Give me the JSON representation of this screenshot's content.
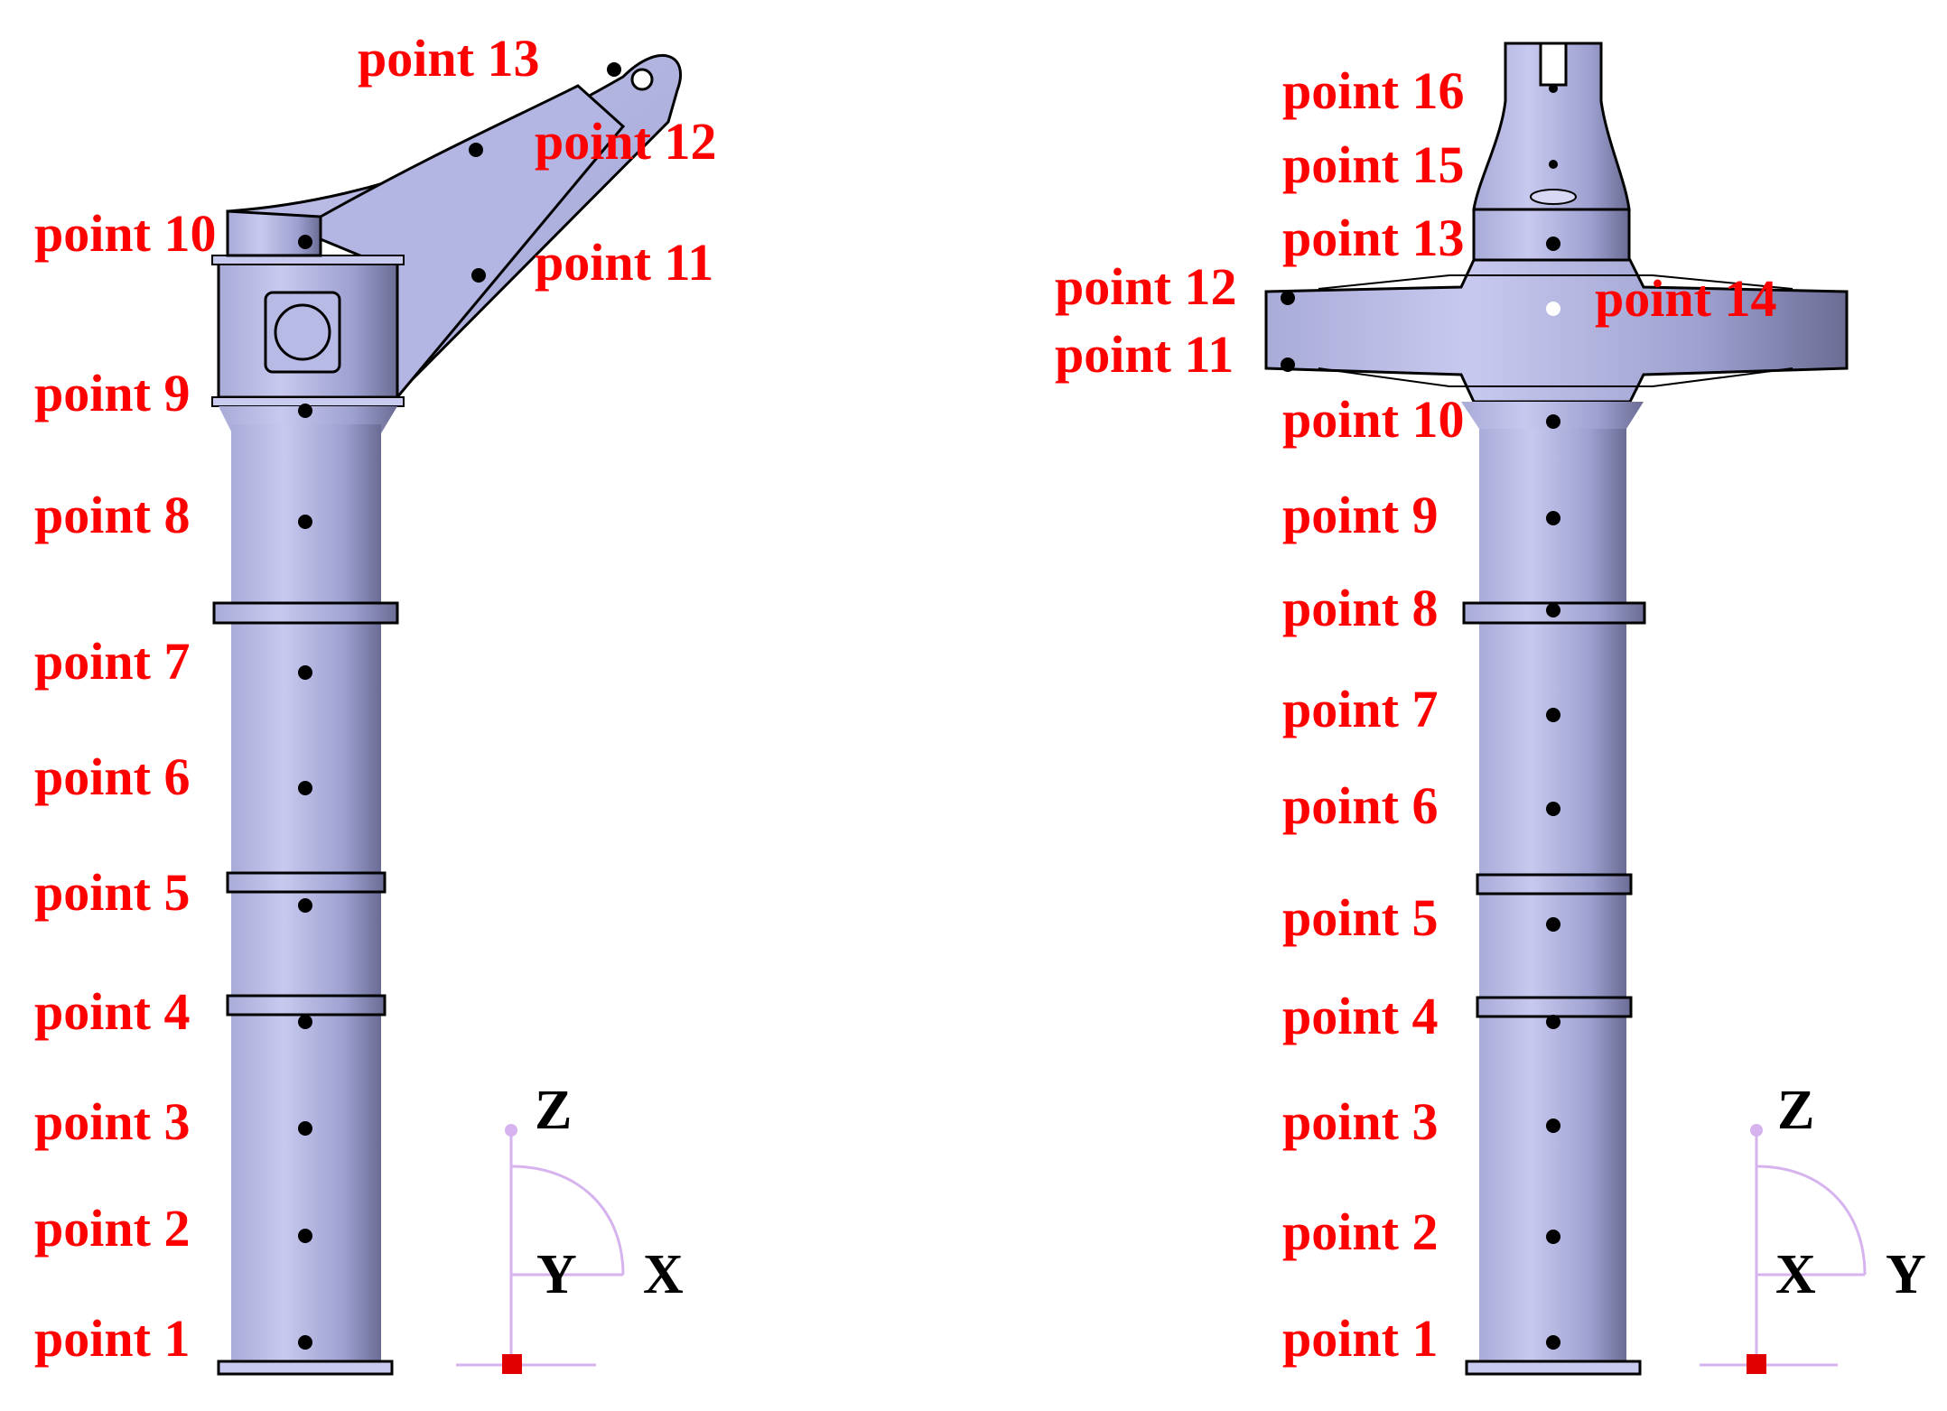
{
  "colors": {
    "part_fill": "#bfc0e6",
    "part_shade": "#8f92c4",
    "outline": "#000000",
    "label": "#ff0000",
    "point": "#000000",
    "highlight_point": "#ffffff",
    "axis": "#d6b3ee",
    "origin": "#e00000"
  },
  "left_view": {
    "points": [
      "point 1",
      "point 2",
      "point 3",
      "point 4",
      "point 5",
      "point 6",
      "point 7",
      "point 8",
      "point 9",
      "point 10",
      "point 11",
      "point 12",
      "point 13"
    ],
    "axes": {
      "z": "Z",
      "h1": "Y",
      "h2": "X"
    }
  },
  "right_view": {
    "points": [
      "point 1",
      "point 2",
      "point 3",
      "point 4",
      "point 5",
      "point 6",
      "point 7",
      "point 8",
      "point 9",
      "point 10",
      "point 11",
      "point 12",
      "point 13",
      "point 14",
      "point 15",
      "point 16"
    ],
    "axes": {
      "z": "Z",
      "h1": "X",
      "h2": "Y"
    }
  }
}
